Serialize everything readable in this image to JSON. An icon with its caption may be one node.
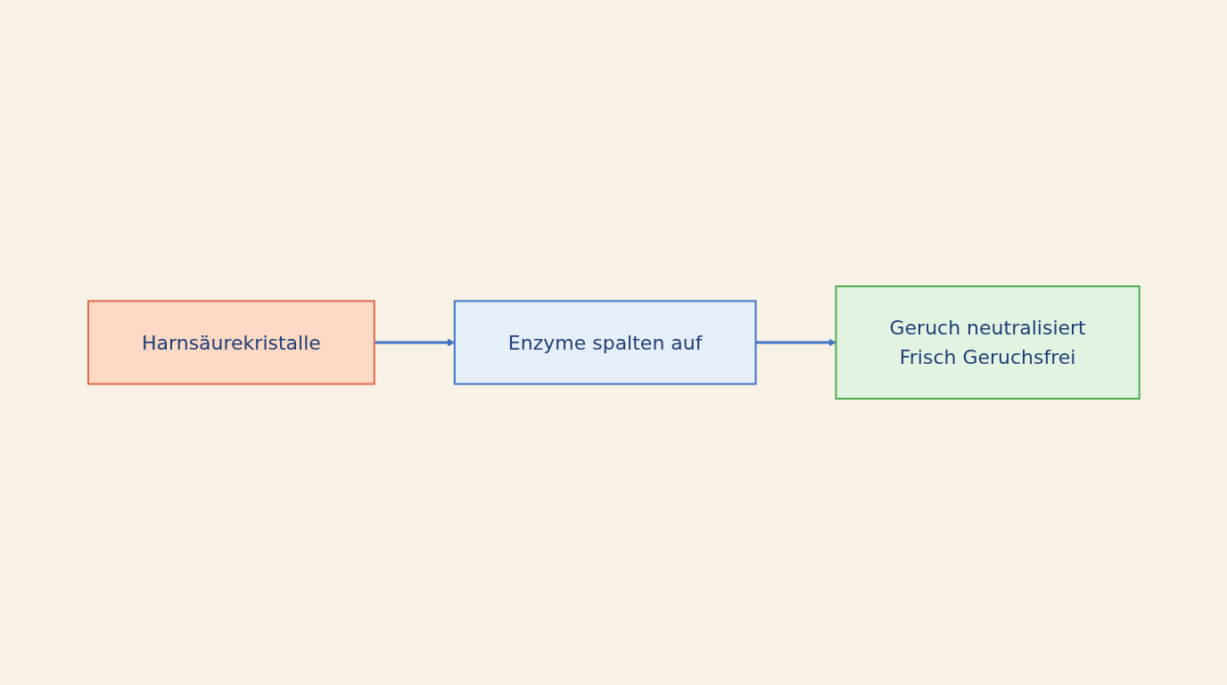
{
  "diagram": {
    "nodes": [
      {
        "text": [
          "Harnsäurekristalle"
        ]
      },
      {
        "text": [
          "Enzyme spalten auf"
        ]
      },
      {
        "text": [
          "Geruch neutralisiert",
          "Frisch Geruchsfrei"
        ]
      }
    ],
    "edges": [
      {
        "from": 0,
        "to": 1,
        "arrow": "to"
      },
      {
        "from": 1,
        "to": 2,
        "arrow": "to"
      }
    ]
  }
}
